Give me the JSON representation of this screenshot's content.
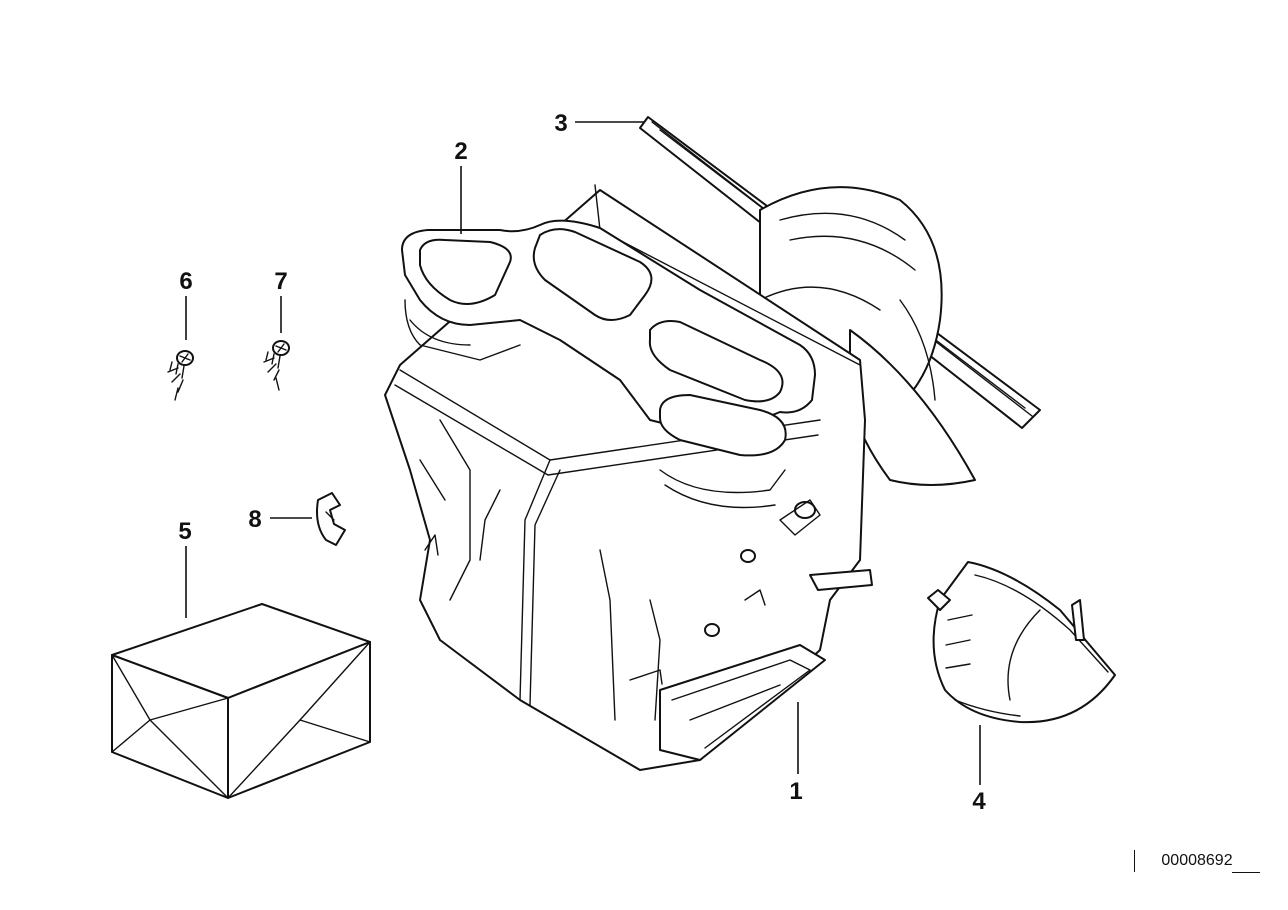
{
  "diagram": {
    "callouts": {
      "c1": "1",
      "c2": "2",
      "c3": "3",
      "c4": "4",
      "c5": "5",
      "c6": "6",
      "c7": "7",
      "c8": "8"
    },
    "document_number": "00008692"
  },
  "colors": {
    "line": "#111111",
    "background": "#ffffff"
  }
}
